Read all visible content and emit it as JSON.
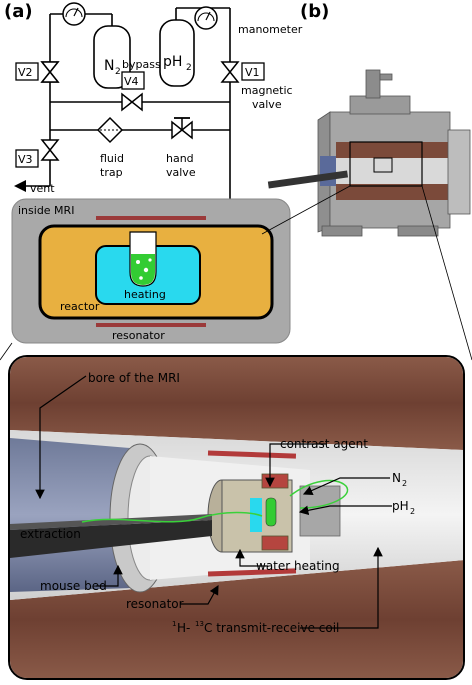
{
  "panel_a": {
    "letter": "(a)",
    "gas_n2": "N",
    "gas_n2_sub": "2",
    "gas_ph2_prefix": "pH",
    "gas_ph2_sub": "2",
    "manometer": "manometer",
    "valve_v1": "V1",
    "valve_v2": "V2",
    "valve_v3": "V3",
    "valve_v4": "V4",
    "bypass": "bypass",
    "magnetic_line1": "magnetic",
    "magnetic_line2": "valve",
    "fluid_line1": "fluid",
    "fluid_line2": "trap",
    "hand_line1": "hand",
    "hand_line2": "valve",
    "vent": "vent",
    "inside_mri": "inside MRI",
    "heating": "heating",
    "reactor": "reactor",
    "resonator": "resonator"
  },
  "panel_b": {
    "letter": "(b)"
  },
  "detail": {
    "bore": "bore of the MRI",
    "contrast_agent": "contrast agent",
    "n2_prefix": "N",
    "n2_sub": "2",
    "ph2_prefix": "pH",
    "ph2_sub": "2",
    "extraction": "extraction",
    "water_heating": "water heating",
    "mouse_bed": "mouse bed",
    "resonator": "resonator",
    "coil_sup1": "1",
    "coil_mid": "H-",
    "coil_sup2": "13",
    "coil_rest": "C transmit-receive coil"
  },
  "colors": {
    "reactor_fill": "#e8b040",
    "water_fill": "#29d9ee",
    "green_liquid": "#33cc33",
    "mri_gray": "#a9a9a9",
    "resonator_red": "#9b3a3a",
    "bore_brown": "#7b4a3a"
  }
}
